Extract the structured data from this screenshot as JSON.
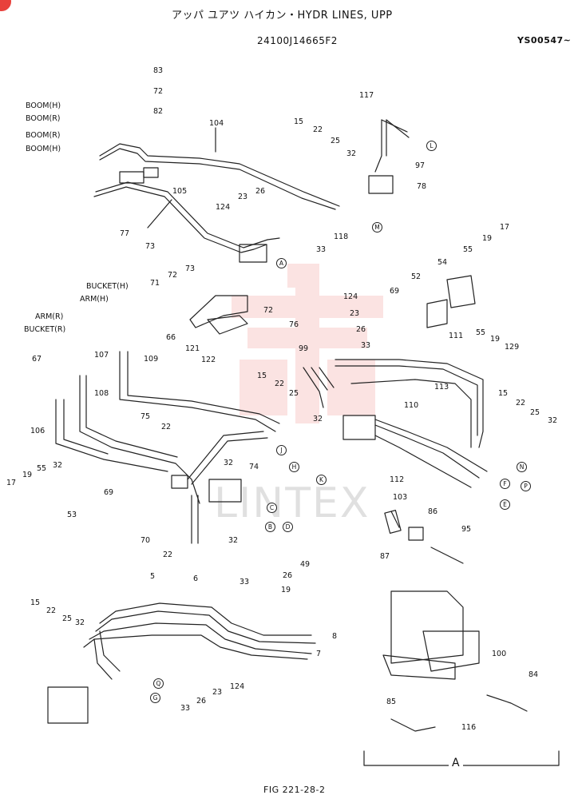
{
  "header": {
    "title": "アッパ ユアツ ハイカン・HYDR LINES, UPP",
    "part_no": "24100J14665F2",
    "serial": "YS00547~"
  },
  "footer": {
    "figure": "FIG 221-28-2"
  },
  "watermark": {
    "text": "LINTEX",
    "color": "#e8413c"
  },
  "section_label": "A",
  "labels": {
    "boom_h_1": "BOOM(H)",
    "boom_r_1": "BOOM(R)",
    "boom_r_2": "BOOM(R)",
    "boom_h_2": "BOOM(H)",
    "bucket_h": "BUCKET(H)",
    "arm_h": "ARM(H)",
    "arm_r": "ARM(R)",
    "bucket_r": "BUCKET(R)"
  },
  "circled": [
    "L",
    "M",
    "A",
    "J",
    "H",
    "K",
    "C",
    "B",
    "D",
    "N",
    "F",
    "P",
    "E",
    "Q",
    "G"
  ],
  "part_numbers": [
    "83",
    "72",
    "82",
    "117",
    "104",
    "15",
    "22",
    "25",
    "32",
    "97",
    "78",
    "105",
    "23",
    "26",
    "124",
    "118",
    "33",
    "77",
    "73",
    "72",
    "73",
    "71",
    "66",
    "121",
    "122",
    "72",
    "76",
    "124",
    "23",
    "26",
    "33",
    "99",
    "52",
    "54",
    "55",
    "19",
    "17",
    "69",
    "55",
    "19",
    "129",
    "111",
    "113",
    "110",
    "107",
    "109",
    "15",
    "22",
    "25",
    "32",
    "15",
    "22",
    "25",
    "32",
    "67",
    "108",
    "106",
    "75",
    "22",
    "74",
    "32",
    "17",
    "19",
    "55",
    "32",
    "69",
    "53",
    "70",
    "22",
    "32",
    "103",
    "86",
    "95",
    "87",
    "112",
    "5",
    "6",
    "26",
    "19",
    "49",
    "33",
    "15",
    "22",
    "25",
    "32",
    "8",
    "7",
    "124",
    "23",
    "26",
    "33",
    "100",
    "84",
    "85",
    "116"
  ]
}
